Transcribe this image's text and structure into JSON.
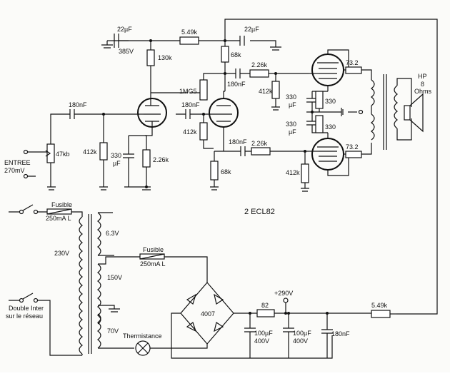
{
  "labels": {
    "c_filter_top": "22µF",
    "c_filter_top_v": "385V",
    "r_549_top": "5.49k",
    "c_22_right": "22µF",
    "r_130k": "130k",
    "r_68k_top": "68k",
    "r_1mg5": "1MG5",
    "c_180_coup1": "180nF",
    "c_180_top": "180nF",
    "r_226_top": "2.26k",
    "r_412_top": "412k",
    "c_330_top": "330",
    "c_330_top_unit": "µF",
    "r_330_top": "330",
    "r_732_top": "73.2",
    "hp": "HP",
    "hp_8": "8",
    "hp_ohms": "Ohms",
    "c_180_in": "180nF",
    "r_412_grid": "412k",
    "r_412_mid": "412k",
    "c_330_cath": "330",
    "c_330_cath_unit": "µF",
    "r_226_cath": "2.26k",
    "c_330_bot": "330",
    "c_330_bot_unit": "µF",
    "r_330_bot": "330",
    "c_180_bot": "180nF",
    "r_226_bot": "2.26k",
    "r_732_bot": "73.2",
    "r_412_bot": "412k",
    "r_47kb": "47kb",
    "entree": "ENTREE",
    "entree_v": "270mV",
    "r_68k_bot": "68k",
    "tube_type": "2 ECL82",
    "fuse1": "Fusible",
    "fuse1_val": "250mA L",
    "sec_63": "6.3V",
    "prim_230": "230V",
    "fuse2": "Fusible",
    "fuse2_val": "250mA L",
    "sec_150": "150V",
    "sec_70": "70V",
    "switch_1": "Double Inter",
    "switch_2": "sur le réseau",
    "thermistance": "Thermistance",
    "bridge": "4007",
    "r_82": "82",
    "hv": "+290V",
    "r_549_bot": "5.49k",
    "c_100_1": "100µF",
    "c_100_1_v": "400V",
    "c_100_2": "100µF",
    "c_100_2_v": "400V",
    "c_180_psu": "180nF"
  }
}
